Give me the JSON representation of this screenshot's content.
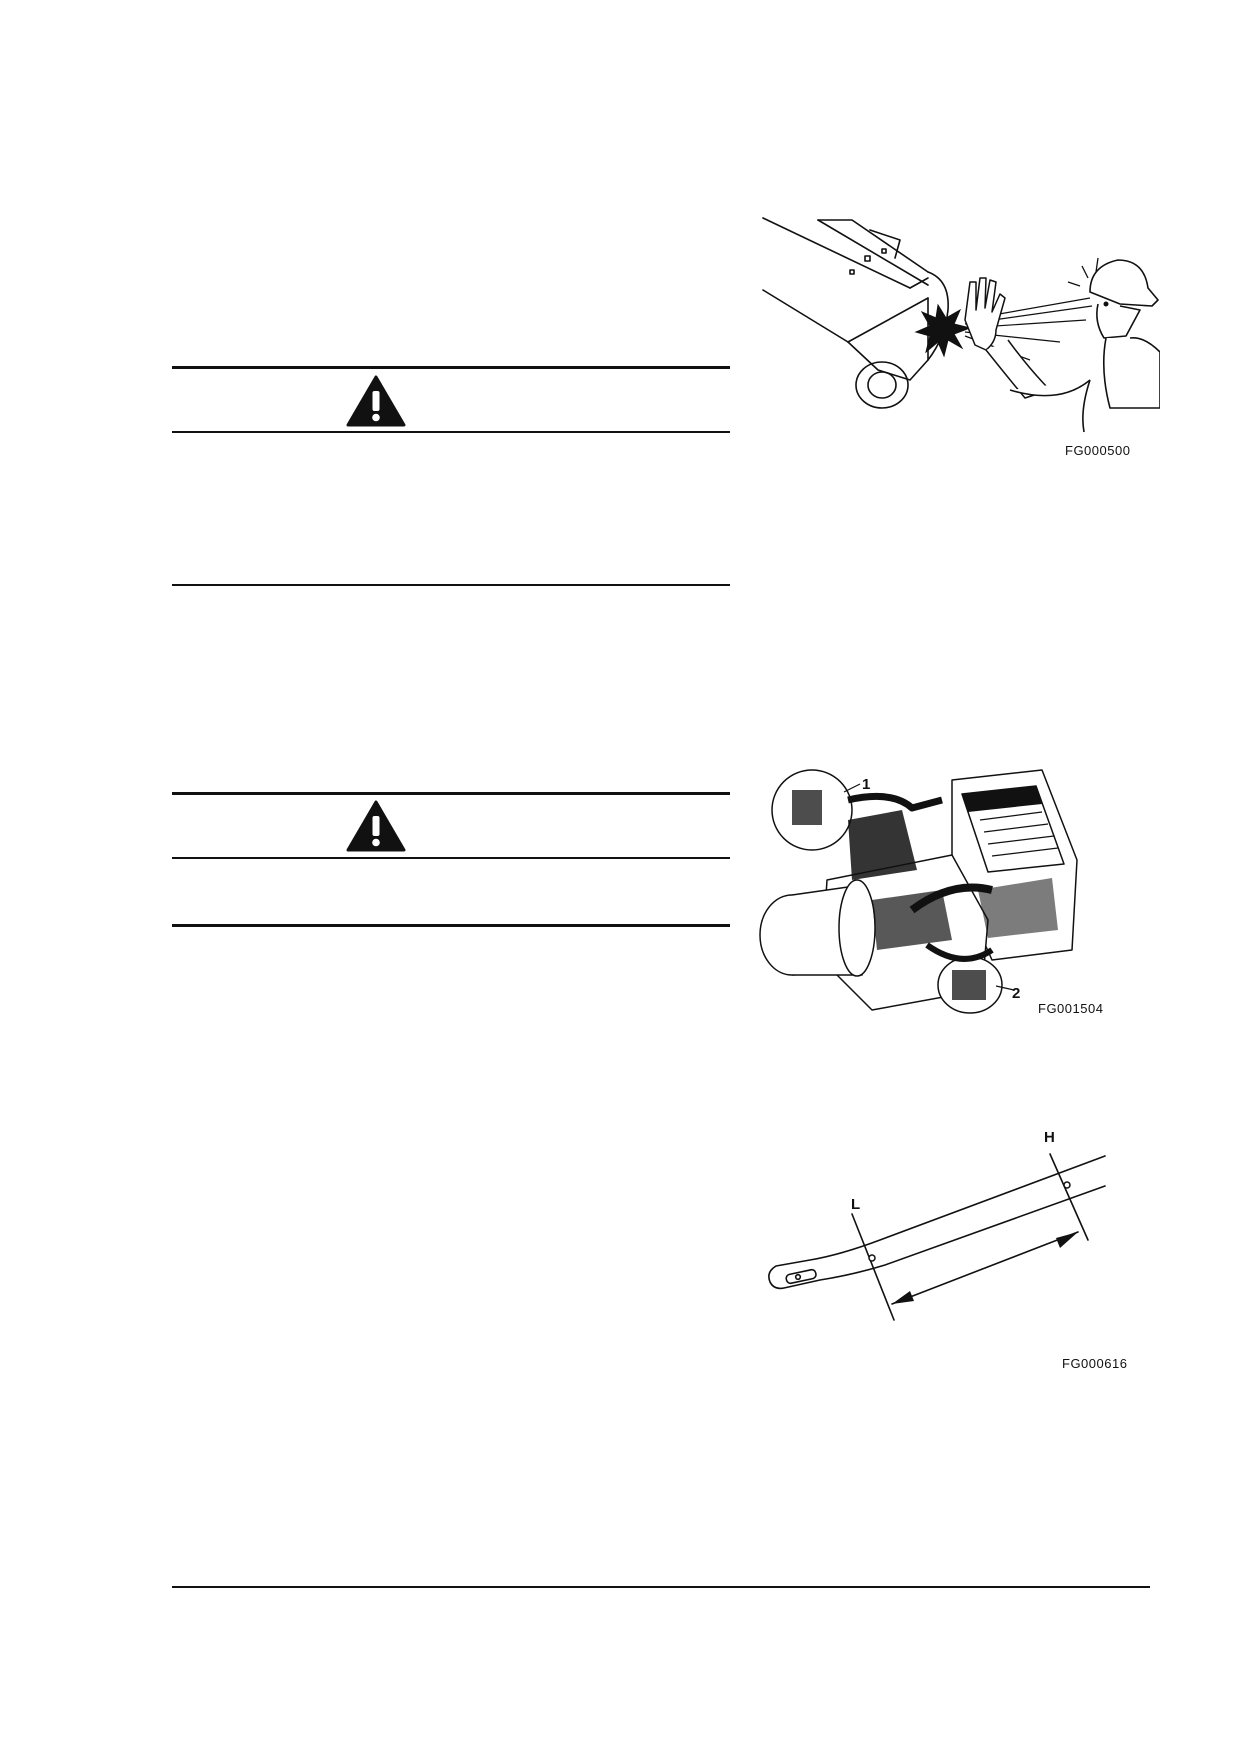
{
  "figures": {
    "boom_flying_debris": {
      "id": "FG000500"
    },
    "engine_compartment": {
      "id": "FG001504",
      "callouts": [
        "1",
        "2"
      ]
    },
    "dipstick": {
      "id": "FG000616",
      "marks": {
        "high": "H",
        "low": "L"
      }
    }
  },
  "warning_boxes": [
    {
      "icon": "warning-triangle-icon"
    },
    {
      "icon": "warning-triangle-icon"
    }
  ]
}
